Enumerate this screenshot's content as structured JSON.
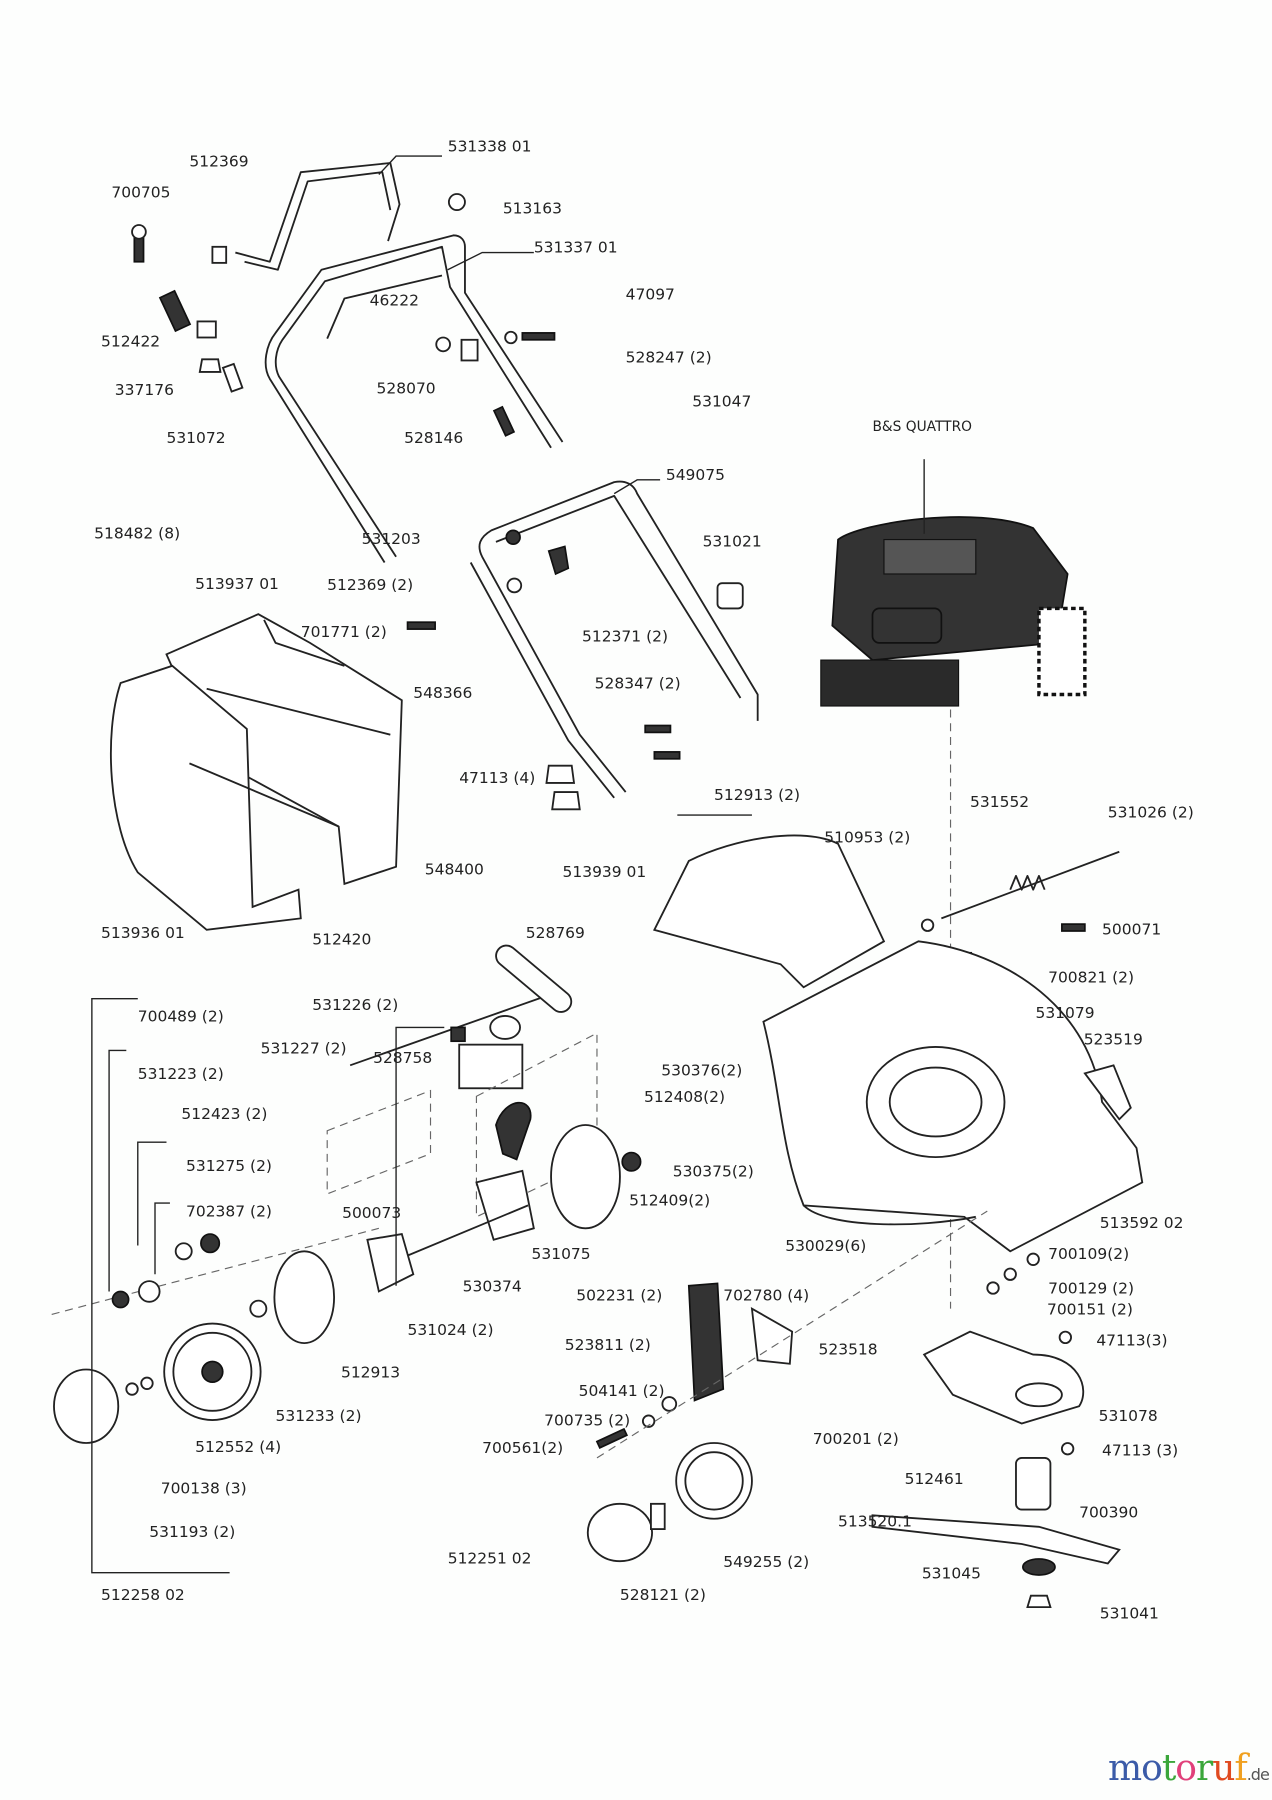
{
  "title": "Exploded parts diagram – lawn mower",
  "engine_label": "B&S QUATTRO",
  "labels": [
    "531338 01",
    "513163",
    "512369",
    "700705",
    "531337 01",
    "46222",
    "47097",
    "512422",
    "528247 (2)",
    "337176",
    "528070",
    "531047",
    "531072",
    "528146",
    "B&S QUATTRO",
    "549075",
    "518482 (8)",
    "531203",
    "531021",
    "513937 01",
    "512369 (2)",
    "701771 (2)",
    "512371 (2)",
    "528347 (2)",
    "548366",
    "47113 (4)",
    "512913 (2)",
    "531552",
    "531026 (2)",
    "510953 (2)",
    "548400",
    "513939 01",
    "500071",
    "513936 01",
    "528769",
    "512420",
    "700821 (2)",
    "531226 (2)",
    "700489 (2)",
    "531079",
    "531227 (2)",
    "528758",
    "530376(2)",
    "531223 (2)",
    "523519",
    "512408(2)",
    "512423 (2)",
    "531275 (2)",
    "530375(2)",
    "512409(2)",
    "702387 (2)",
    "513592 02",
    "500073",
    "530029(6)",
    "531075",
    "700109(2)",
    "530374",
    "700129 (2)",
    "502231 (2)",
    "702780 (4)",
    "531024 (2)",
    "700151 (2)",
    "523811 (2)",
    "47113(3)",
    "523518",
    "512913",
    "504141 (2)",
    "531078",
    "531233 (2)",
    "700735 (2)",
    "700561(2)",
    "700201 (2)",
    "512552 (4)",
    "47113 (3)",
    "512461",
    "700390",
    "700138 (3)",
    "513520.1",
    "531193 (2)",
    "512251 02",
    "531045",
    "549255 (2)",
    "528121 (2)",
    "512258 02",
    "531041"
  ],
  "logo": {
    "letters": [
      "m",
      "o",
      "t",
      "o",
      "r",
      "u",
      "f"
    ],
    "suffix": ".de",
    "colors": [
      "#3b5ba8",
      "#3b5ba8",
      "#3aa63a",
      "#e0407a",
      "#3aa63a",
      "#e04a20",
      "#f0a020"
    ]
  }
}
